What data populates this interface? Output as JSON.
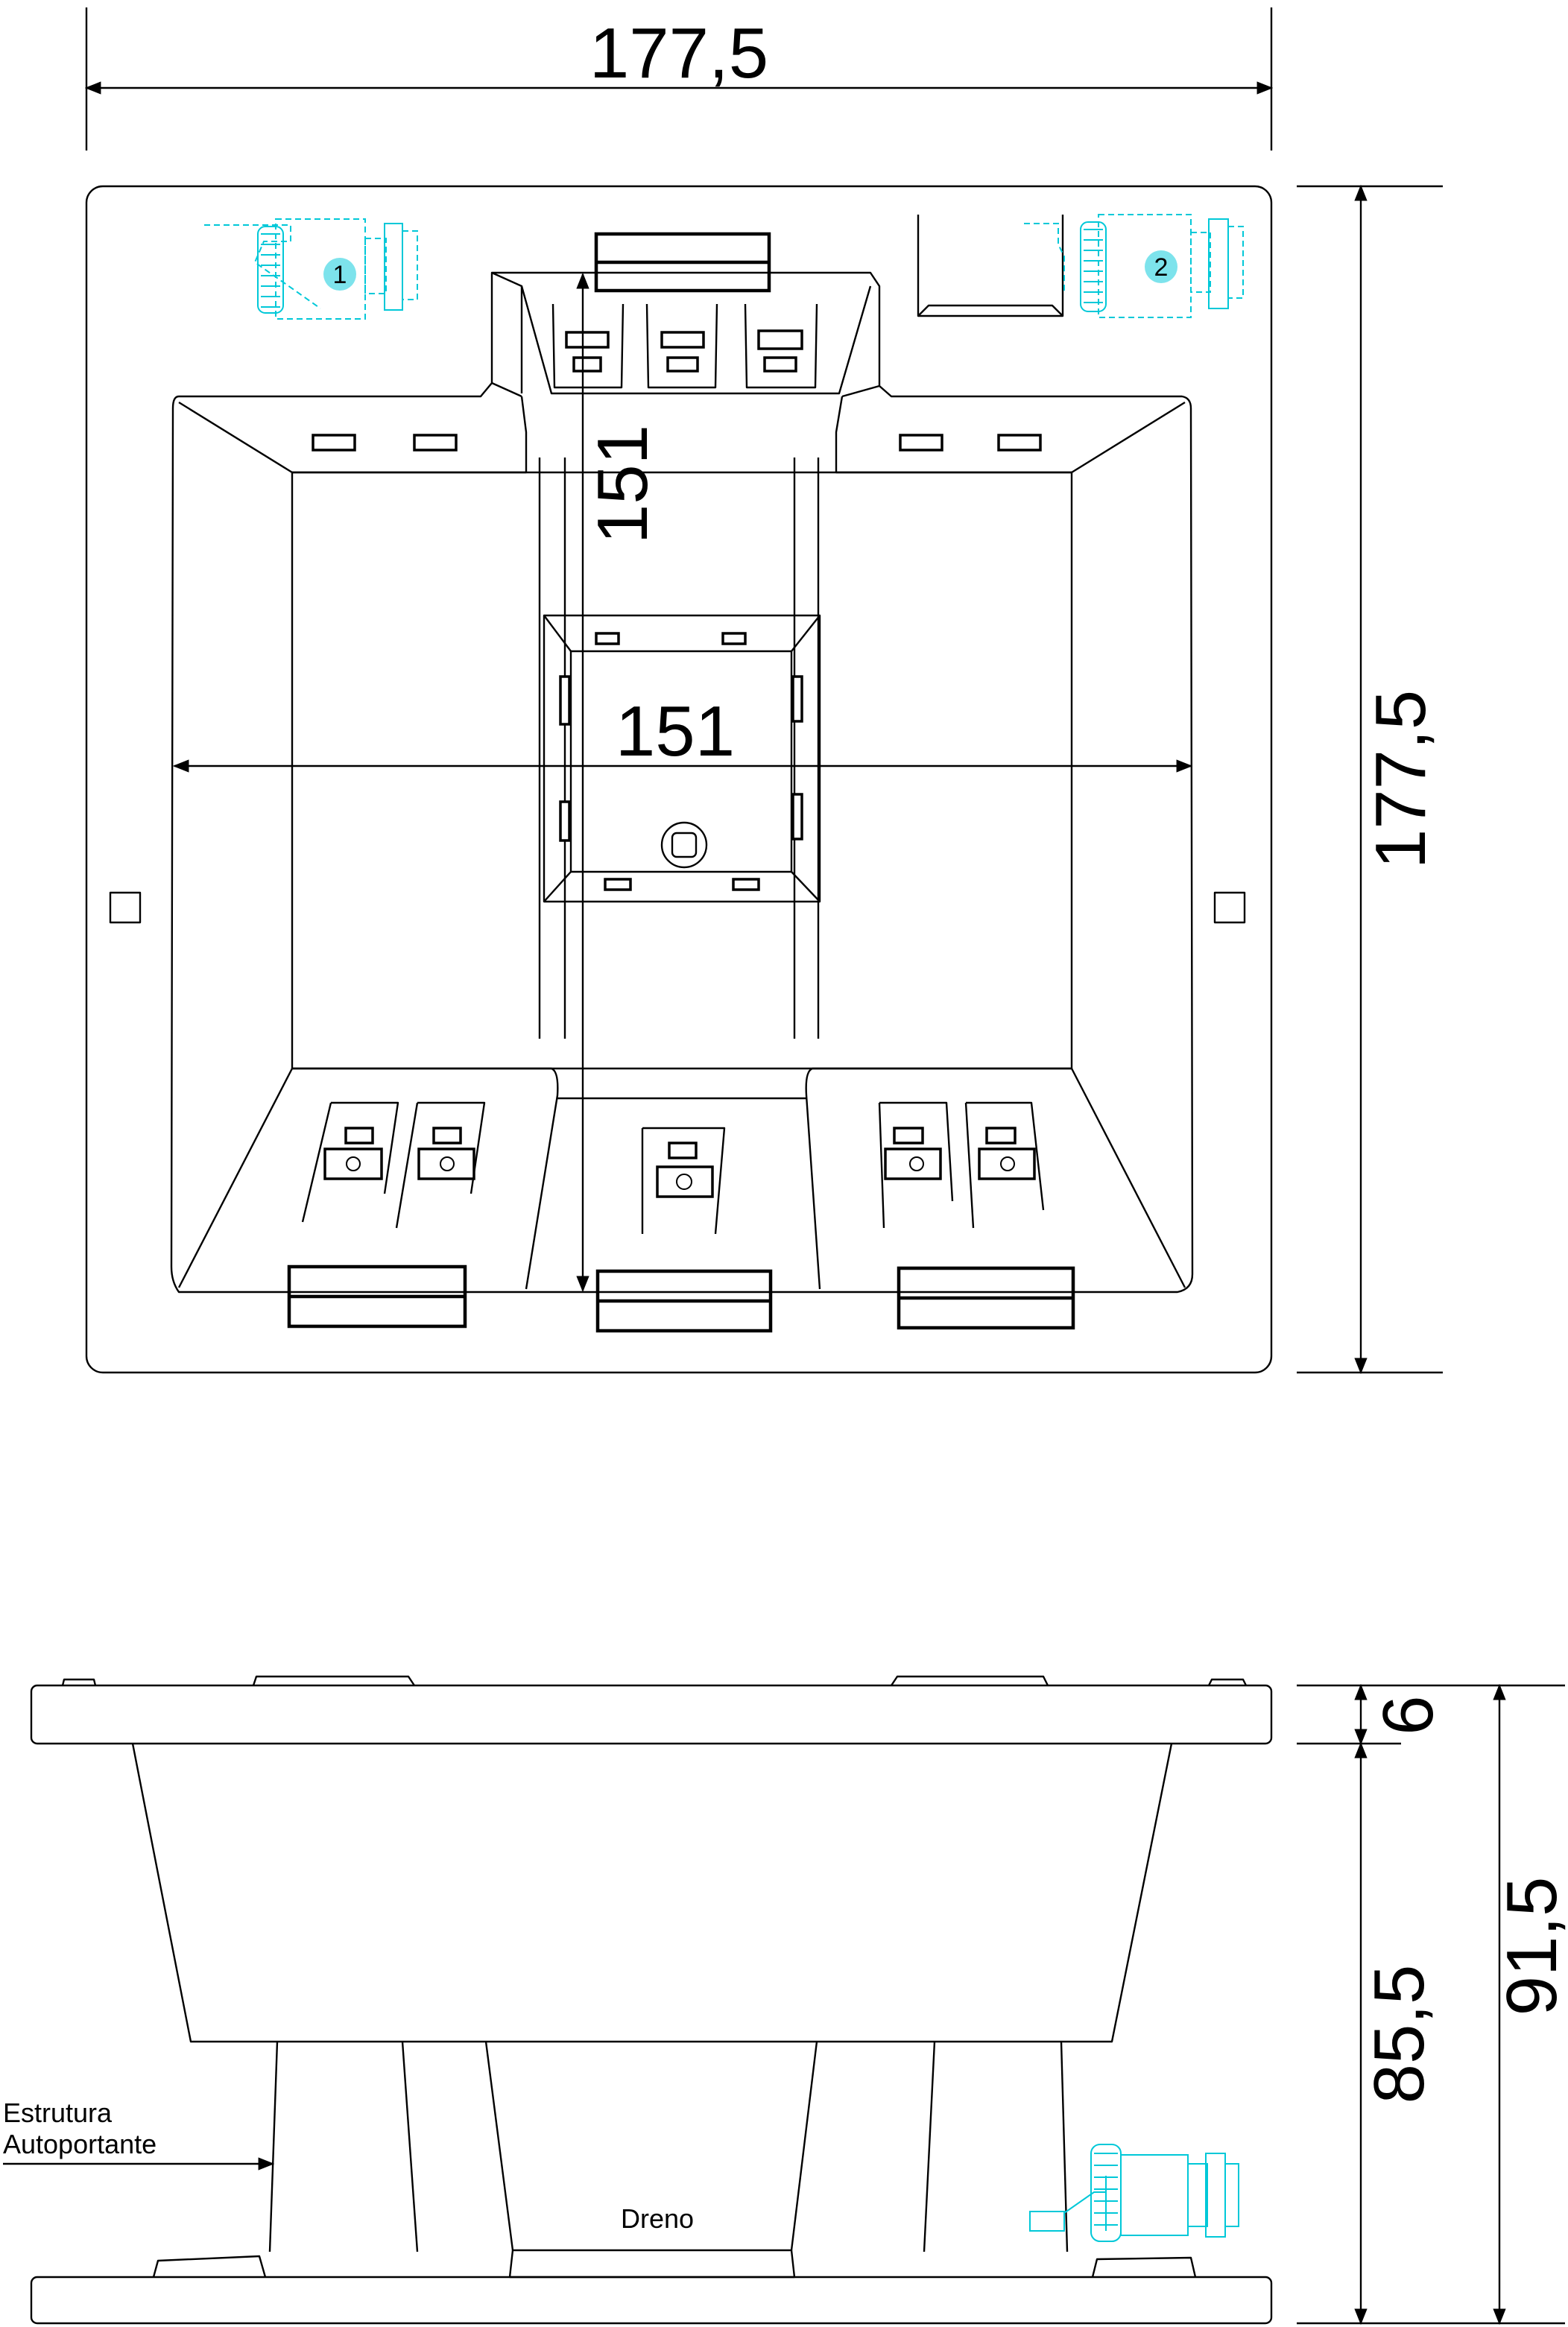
{
  "top_view": {
    "dim_width": "177,5",
    "dim_height": "177,5",
    "dim_inner_vertical": "151",
    "dim_inner_horizontal": "151",
    "pump_1_label": "1",
    "pump_2_label": "2"
  },
  "side_view": {
    "dim_rim": "6",
    "dim_body": "85,5",
    "dim_total": "91,5",
    "label_structure_line1": "Estrutura",
    "label_structure_line2": "Autoportante",
    "label_drain": "Dreno"
  },
  "colors": {
    "line": "#000000",
    "pump": "#00c8d8",
    "badge": "#7de3ec",
    "background": "#ffffff"
  }
}
